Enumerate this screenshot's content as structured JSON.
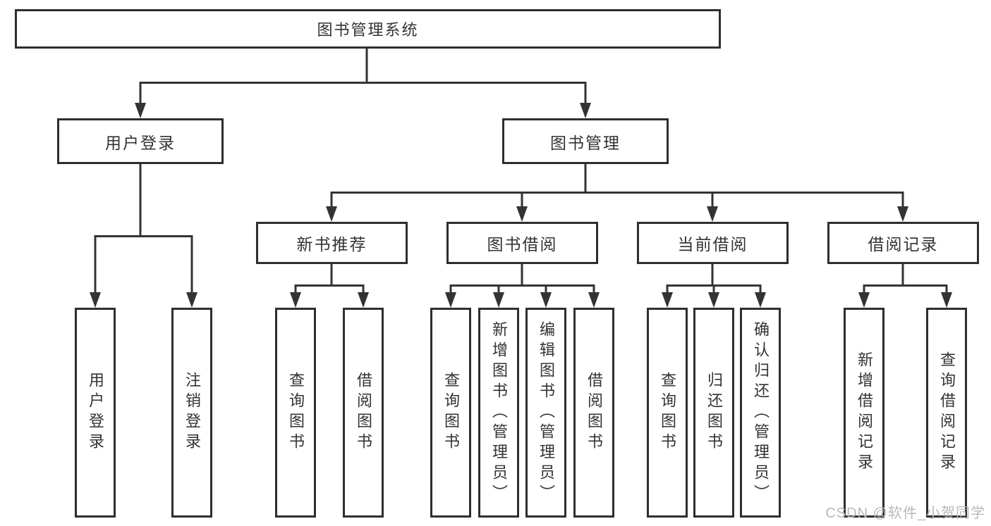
{
  "diagram": {
    "type": "hierarchy-tree",
    "root": {
      "label": "图书管理系统"
    },
    "level2": {
      "user_login": {
        "label": "用户登录"
      },
      "book_mgmt": {
        "label": "图书管理"
      }
    },
    "level3": {
      "new_book_rec": {
        "label": "新书推荐",
        "parent": "图书管理"
      },
      "book_borrow": {
        "label": "图书借阅",
        "parent": "图书管理"
      },
      "current_borrow": {
        "label": "当前借阅",
        "parent": "图书管理"
      },
      "borrow_record": {
        "label": "借阅记录",
        "parent": "图书管理"
      }
    },
    "leaves": {
      "user_login_leaf": {
        "label": "用户登录",
        "parent": "用户登录"
      },
      "logout_leaf": {
        "label": "注销登录",
        "parent": "用户登录"
      },
      "nbr_query": {
        "label": "查询图书",
        "parent": "新书推荐"
      },
      "nbr_borrow": {
        "label": "借阅图书",
        "parent": "新书推荐"
      },
      "bb_query": {
        "label": "查询图书",
        "parent": "图书借阅"
      },
      "bb_add": {
        "label": "新增图书（管理员）",
        "parent": "图书借阅"
      },
      "bb_edit": {
        "label": "编辑图书（管理员）",
        "parent": "图书借阅"
      },
      "bb_borrow": {
        "label": "借阅图书",
        "parent": "图书借阅"
      },
      "cb_query": {
        "label": "查询图书",
        "parent": "当前借阅"
      },
      "cb_return": {
        "label": "归还图书",
        "parent": "当前借阅"
      },
      "cb_confirm": {
        "label": "确认归还（管理员）",
        "parent": "当前借阅"
      },
      "br_add": {
        "label": "新增借阅记录",
        "parent": "借阅记录"
      },
      "br_query": {
        "label": "查询借阅记录",
        "parent": "借阅记录"
      }
    }
  },
  "watermark": {
    "text": "CSDN @软件_小贺同学"
  },
  "colors": {
    "line": "#333333",
    "box_border": "#2e2e2e",
    "text": "#333333",
    "watermark": "#b9b9b9",
    "background": "#ffffff"
  }
}
